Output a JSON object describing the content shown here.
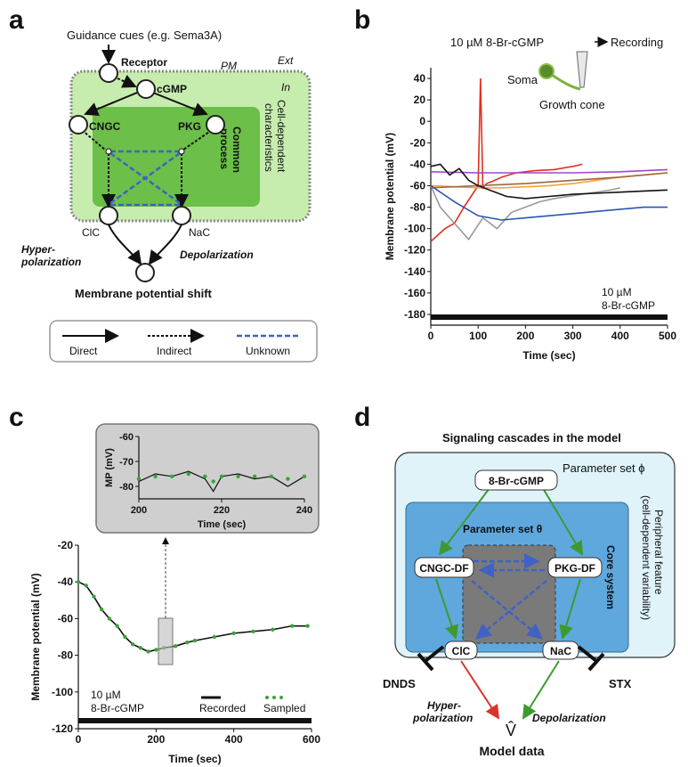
{
  "panel_labels": [
    "a",
    "b",
    "c",
    "d"
  ],
  "panel_a": {
    "guidance": "Guidance cues (e.g. Sema3A)",
    "receptor": "Receptor",
    "cgmp": "cGMP",
    "pm": "PM",
    "ext": "Ext",
    "in": "In",
    "cngc": "CNGC",
    "pkg": "PKG",
    "common_process": [
      "Common",
      "process"
    ],
    "cell_dependent": [
      "Cell-dependent",
      "characteristics"
    ],
    "clc": "ClC",
    "nac": "NaC",
    "hyper": [
      "Hyper-",
      "polarization"
    ],
    "depol": "Depolarization",
    "shift": "Membrane potential shift",
    "legend": {
      "direct": "Direct",
      "indirect": "Indirect",
      "unknown": "Unknown"
    }
  },
  "panel_b": {
    "setup_label": "10 µM 8-Br-cGMP",
    "recording_label": "Recording",
    "soma_label": "Soma",
    "growth_cone_label": "Growth cone",
    "bar_label": [
      "10 µM",
      "8-Br-cGMP"
    ],
    "colors": {
      "red": "#e0301e",
      "grey": "#9a9a9a",
      "orange": "#f3a23a",
      "purple": "#a047c8",
      "brown": "#9a6a3c",
      "blue": "#2b55b0",
      "black": "#111111"
    }
  },
  "panel_c": {
    "bar_label": [
      "10 µM",
      "8-Br-cGMP"
    ],
    "legend": {
      "recorded": "Recorded",
      "sampled": "Sampled"
    },
    "colors": {
      "recorded": "#111111",
      "sampled": "#3aa33a"
    }
  },
  "panel_d": {
    "title": "Signaling cascades in the model",
    "param_phi": "Parameter set ϕ",
    "param_theta": "Parameter set θ",
    "input": "8-Br-cGMP",
    "cngc_df": "CNGC-DF",
    "pkg_df": "PKG-DF",
    "clc": "ClC",
    "nac": "NaC",
    "core": "Core system",
    "peripheral": [
      "Peripheral feature",
      "(cell-dependent variability)"
    ],
    "dnds": "DNDS",
    "stx": "STX",
    "hyper": [
      "Hyper-",
      "polarization"
    ],
    "depol": "Depolarization",
    "vhat": "V̂",
    "model_data": "Model data",
    "colors": {
      "outer": "#dff3f9",
      "inner": "#5fa8de",
      "core": "#7a7a7a",
      "green": "#3e9a2f",
      "red": "#d9342b",
      "blue": "#3f62c4"
    }
  },
  "chart_data": [
    {
      "type": "line",
      "panel": "b",
      "xlabel": "Time (sec)",
      "ylabel": "Membrane potential (mV)",
      "xlim": [
        0,
        500
      ],
      "ylim": [
        -190,
        50
      ],
      "xticks": [
        0,
        100,
        200,
        300,
        400,
        500
      ],
      "yticks": [
        40,
        20,
        0,
        -20,
        -40,
        -60,
        -80,
        -100,
        -120,
        -140,
        -160,
        -180
      ],
      "series": [
        {
          "color": "red",
          "x": [
            0,
            10,
            30,
            50,
            70,
            85,
            100,
            105,
            110,
            118,
            130,
            150,
            180,
            220,
            260,
            300,
            320
          ],
          "y": [
            -112,
            -108,
            -100,
            -95,
            -80,
            -70,
            -60,
            40,
            -62,
            -58,
            -56,
            -52,
            -48,
            -46,
            -45,
            -42,
            -40
          ]
        },
        {
          "color": "grey",
          "x": [
            0,
            20,
            50,
            80,
            110,
            140,
            170,
            200,
            230,
            260,
            290,
            320,
            350,
            380,
            400
          ],
          "y": [
            -60,
            -80,
            -95,
            -110,
            -90,
            -100,
            -85,
            -80,
            -75,
            -72,
            -70,
            -68,
            -66,
            -64,
            -62
          ]
        },
        {
          "color": "orange",
          "x": [
            0,
            50,
            100,
            150,
            200,
            250,
            300,
            350,
            400,
            450,
            500
          ],
          "y": [
            -60,
            -61,
            -62,
            -62,
            -61,
            -60,
            -58,
            -55,
            -52,
            -50,
            -48
          ]
        },
        {
          "color": "purple",
          "x": [
            0,
            100,
            200,
            300,
            400,
            500
          ],
          "y": [
            -47,
            -48,
            -48,
            -48,
            -47,
            -45
          ]
        },
        {
          "color": "brown",
          "x": [
            0,
            100,
            200,
            300,
            400,
            500
          ],
          "y": [
            -62,
            -60,
            -58,
            -55,
            -52,
            -48
          ]
        },
        {
          "color": "blue",
          "x": [
            0,
            50,
            100,
            150,
            200,
            250,
            300,
            350,
            400,
            450,
            500
          ],
          "y": [
            -60,
            -75,
            -88,
            -92,
            -90,
            -88,
            -86,
            -84,
            -82,
            -80,
            -80
          ]
        },
        {
          "color": "black",
          "x": [
            0,
            20,
            40,
            60,
            80,
            100,
            130,
            160,
            200,
            250,
            300,
            350,
            400,
            450,
            500
          ],
          "y": [
            -42,
            -40,
            -50,
            -44,
            -55,
            -60,
            -65,
            -70,
            -72,
            -70,
            -68,
            -67,
            -66,
            -65,
            -64
          ]
        }
      ]
    },
    {
      "type": "line",
      "panel": "c",
      "xlabel": "Time (sec)",
      "ylabel": "Membrane potential (mV)",
      "xlim": [
        0,
        600
      ],
      "ylim": [
        -120,
        -20
      ],
      "xticks": [
        0,
        200,
        400,
        600
      ],
      "yticks": [
        -20,
        -40,
        -60,
        -80,
        -100,
        -120
      ],
      "series": [
        {
          "name": "Recorded",
          "color": "recorded",
          "x": [
            0,
            20,
            40,
            60,
            80,
            100,
            120,
            140,
            160,
            180,
            200,
            220,
            250,
            280,
            300,
            350,
            400,
            450,
            500,
            550,
            590
          ],
          "y": [
            -40,
            -42,
            -48,
            -55,
            -60,
            -64,
            -70,
            -74,
            -76,
            -78,
            -77,
            -76,
            -75,
            -73,
            -72,
            -70,
            -68,
            -67,
            -66,
            -64,
            -64
          ]
        },
        {
          "name": "Sampled",
          "color": "sampled",
          "x": [
            0,
            20,
            40,
            60,
            80,
            100,
            120,
            140,
            160,
            180,
            200,
            220,
            250,
            280,
            300,
            350,
            400,
            450,
            500,
            550,
            590
          ],
          "y": [
            -40,
            -42,
            -48,
            -55,
            -60,
            -64,
            -70,
            -74,
            -76,
            -78,
            -77,
            -76,
            -75,
            -73,
            -72,
            -70,
            -68,
            -67,
            -66,
            -64,
            -64
          ]
        }
      ]
    },
    {
      "type": "line",
      "panel": "c-inset",
      "xlabel": "Time (sec)",
      "ylabel": "MP (mV)",
      "xlim": [
        200,
        240
      ],
      "ylim": [
        -85,
        -60
      ],
      "xticks": [
        200,
        220,
        240
      ],
      "yticks": [
        -60,
        -70,
        -80
      ],
      "series": [
        {
          "name": "Recorded",
          "color": "recorded",
          "x": [
            200,
            204,
            208,
            212,
            216,
            218,
            220,
            224,
            228,
            232,
            236,
            240
          ],
          "y": [
            -78,
            -75,
            -76,
            -74,
            -77,
            -82,
            -76,
            -75,
            -77,
            -76,
            -80,
            -76
          ]
        },
        {
          "name": "Sampled",
          "color": "sampled",
          "x": [
            200,
            204,
            208,
            212,
            216,
            218,
            220,
            224,
            228,
            232,
            236,
            240
          ],
          "y": [
            -77,
            -76,
            -76,
            -75,
            -76,
            -78,
            -76,
            -76,
            -76,
            -76,
            -77,
            -76
          ]
        }
      ]
    }
  ]
}
